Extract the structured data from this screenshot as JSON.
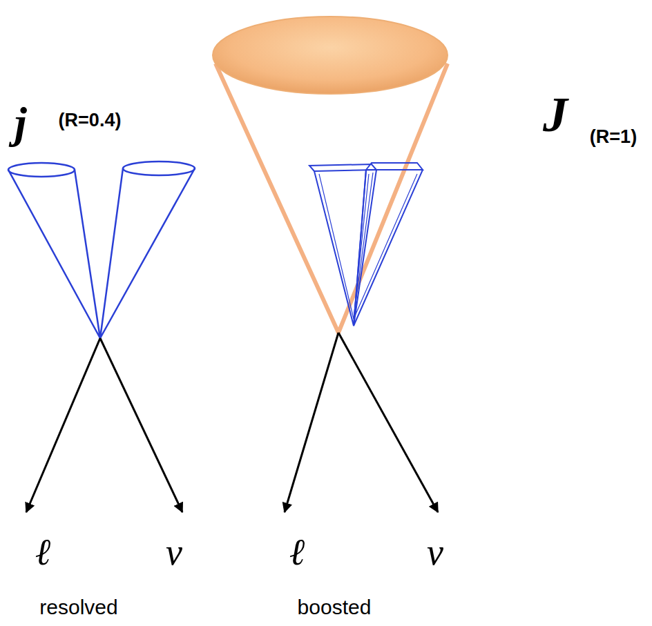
{
  "diagram": {
    "labels": [
      "j",
      "(R=0.4)",
      "J",
      "(R=1)",
      "ℓ",
      "ν",
      "resolved",
      "ℓ",
      "ν",
      "boosted"
    ]
  }
}
